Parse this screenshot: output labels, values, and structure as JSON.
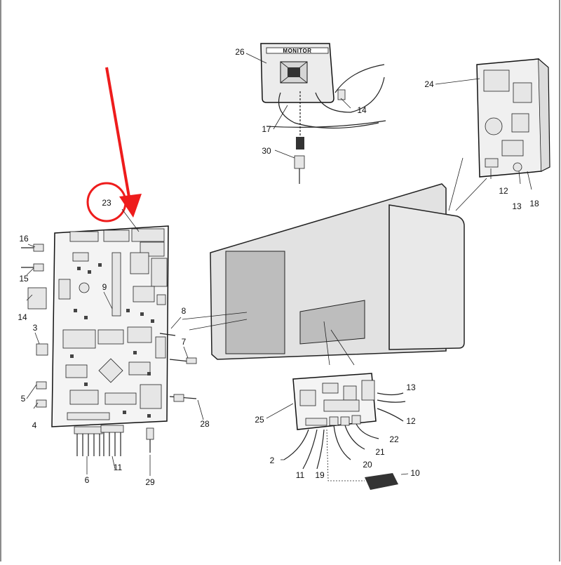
{
  "colors": {
    "highlight": "#ee1c1c",
    "panel": "#e2e2e2",
    "board": "#f4f4f4"
  },
  "monitor_text": "MONITOR",
  "callouts": {
    "l2": "2",
    "l3": "3",
    "l4": "4",
    "l5": "5",
    "l6": "6",
    "l7": "7",
    "l8": "8",
    "l9": "9",
    "l10": "10",
    "l11a": "11",
    "l11b": "11",
    "l12a": "12",
    "l12b": "12",
    "l13a": "13",
    "l13b": "13",
    "l14a": "14",
    "l14b": "14",
    "l15": "15",
    "l16": "16",
    "l17": "17",
    "l18": "18",
    "l19": "19",
    "l20": "20",
    "l21": "21",
    "l22": "22",
    "l23": "23",
    "l24": "24",
    "l25": "25",
    "l26": "26",
    "l28": "28",
    "l29": "29",
    "l30": "30"
  }
}
